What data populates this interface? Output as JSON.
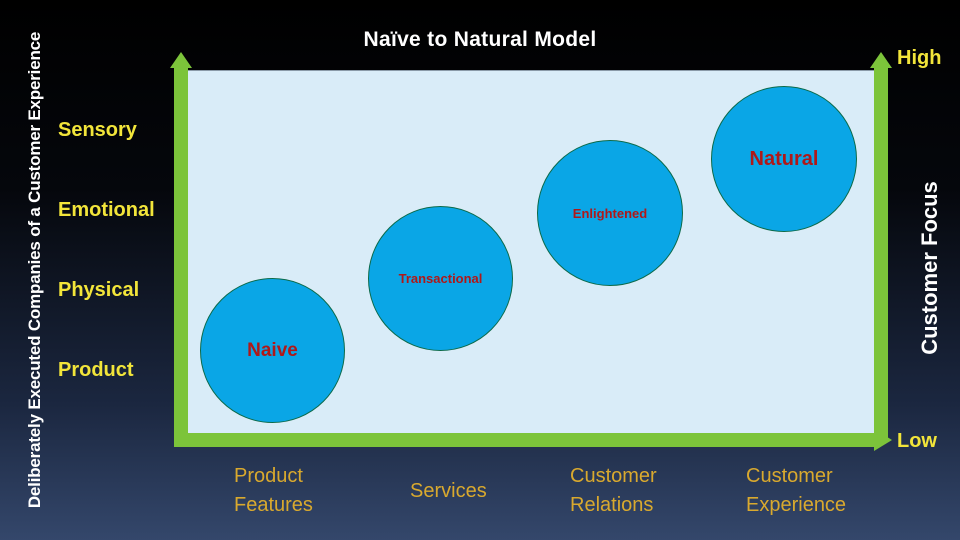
{
  "title": "Naïve to Natural Model",
  "left_axis_label": "Deliberately Executed Companies of a Customer Experience",
  "right_axis_label": "Customer Focus",
  "scale": {
    "high": "High",
    "low": "Low"
  },
  "y_levels": [
    "Sensory",
    "Emotional",
    "Physical",
    "Product"
  ],
  "x_categories": [
    {
      "line1": "Product",
      "line2": "Features"
    },
    {
      "line1": "Services",
      "line2": ""
    },
    {
      "line1": "Customer",
      "line2": "Relations"
    },
    {
      "line1": "Customer",
      "line2": "Experience"
    }
  ],
  "stages": [
    "Naive",
    "Transactional",
    "Enlightened",
    "Natural"
  ],
  "colors": {
    "arrow": "#7cc43a",
    "plot_background": "#d9ecf8",
    "bubble_fill": "#0aa6e6",
    "bubble_text": "#b01818",
    "level_text": "#f2e53a",
    "category_text": "#d9a92e"
  }
}
